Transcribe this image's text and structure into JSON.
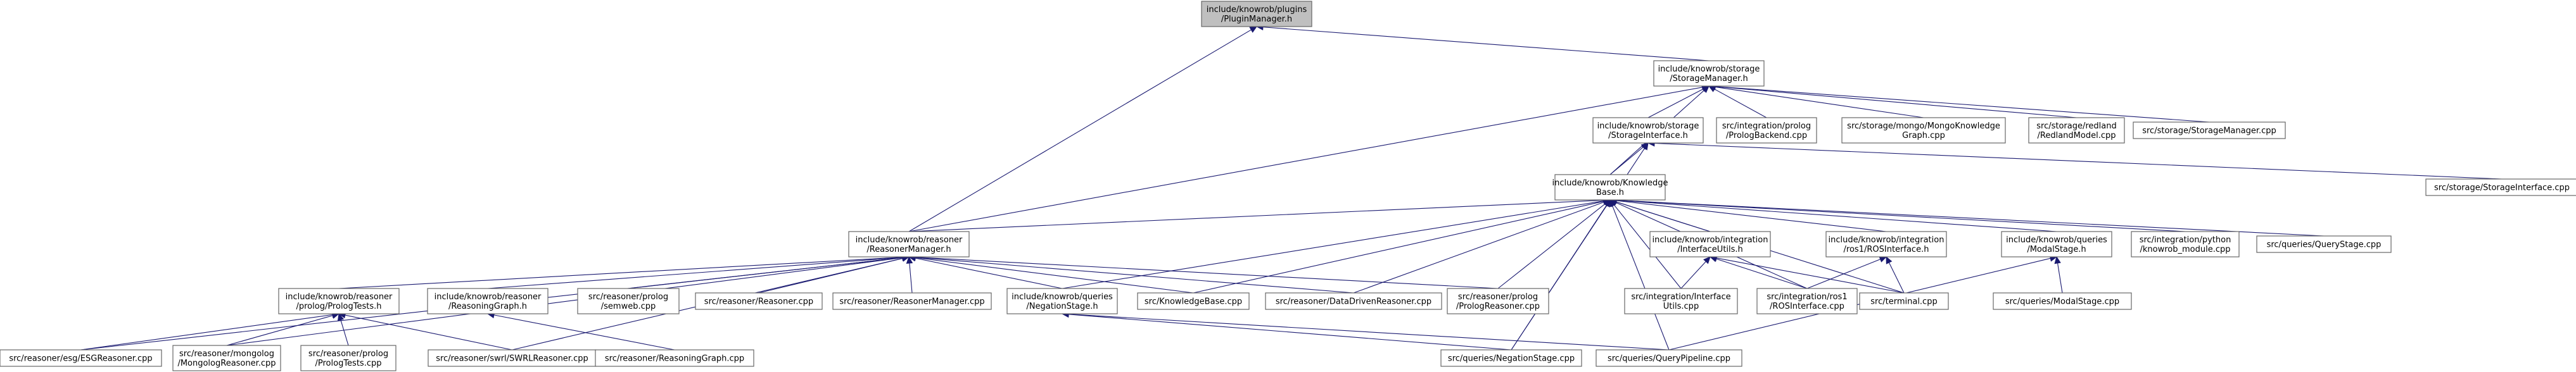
{
  "graph": {
    "nodes": [
      {
        "id": "plugin_manager_h",
        "lines": [
          "include/knowrob/plugins",
          "/PluginManager.h"
        ],
        "root": true
      },
      {
        "id": "storage_manager_h",
        "lines": [
          "include/knowrob/storage",
          "/StorageManager.h"
        ]
      },
      {
        "id": "storage_interface_h",
        "lines": [
          "include/knowrob/storage",
          "/StorageInterface.h"
        ]
      },
      {
        "id": "prolog_backend_cpp",
        "lines": [
          "src/integration/prolog",
          "/PrologBackend.cpp"
        ]
      },
      {
        "id": "mongo_knowledge_graph_cpp",
        "lines": [
          "src/storage/mongo/MongoKnowledge",
          "Graph.cpp"
        ]
      },
      {
        "id": "redland_model_cpp",
        "lines": [
          "src/storage/redland",
          "/RedlandModel.cpp"
        ]
      },
      {
        "id": "storage_manager_cpp",
        "lines": [
          "src/storage/StorageManager.cpp"
        ]
      },
      {
        "id": "storage_interface_cpp",
        "lines": [
          "src/storage/StorageInterface.cpp"
        ]
      },
      {
        "id": "knowledge_base_h",
        "lines": [
          "include/knowrob/Knowledge",
          "Base.h"
        ]
      },
      {
        "id": "reasoner_manager_h",
        "lines": [
          "include/knowrob/reasoner",
          "/ReasonerManager.h"
        ]
      },
      {
        "id": "prolog_tests_h",
        "lines": [
          "include/knowrob/reasoner",
          "/prolog/PrologTests.h"
        ]
      },
      {
        "id": "reasoning_graph_h",
        "lines": [
          "include/knowrob/reasoner",
          "/ReasoningGraph.h"
        ]
      },
      {
        "id": "semweb_cpp",
        "lines": [
          "src/reasoner/prolog",
          "/semweb.cpp"
        ]
      },
      {
        "id": "reasoner_cpp",
        "lines": [
          "src/reasoner/Reasoner.cpp"
        ]
      },
      {
        "id": "reasoner_manager_cpp",
        "lines": [
          "src/reasoner/ReasonerManager.cpp"
        ]
      },
      {
        "id": "negation_stage_h",
        "lines": [
          "include/knowrob/queries",
          "/NegationStage.h"
        ]
      },
      {
        "id": "knowledge_base_cpp",
        "lines": [
          "src/KnowledgeBase.cpp"
        ]
      },
      {
        "id": "data_driven_reasoner_cpp",
        "lines": [
          "src/reasoner/DataDrivenReasoner.cpp"
        ]
      },
      {
        "id": "prolog_reasoner_cpp",
        "lines": [
          "src/reasoner/prolog",
          "/PrologReasoner.cpp"
        ]
      },
      {
        "id": "interface_utils_h",
        "lines": [
          "include/knowrob/integration",
          "/InterfaceUtils.h"
        ]
      },
      {
        "id": "ros_interface_h",
        "lines": [
          "include/knowrob/integration",
          "/ros1/ROSInterface.h"
        ]
      },
      {
        "id": "modal_stage_h",
        "lines": [
          "include/knowrob/queries",
          "/ModalStage.h"
        ]
      },
      {
        "id": "knowrob_module_cpp",
        "lines": [
          "src/integration/python",
          "/knowrob_module.cpp"
        ]
      },
      {
        "id": "query_stage_cpp",
        "lines": [
          "src/queries/QueryStage.cpp"
        ]
      },
      {
        "id": "interface_utils_cpp",
        "lines": [
          "src/integration/Interface",
          "Utils.cpp"
        ]
      },
      {
        "id": "ros_interface_cpp",
        "lines": [
          "src/integration/ros1",
          "/ROSInterface.cpp"
        ]
      },
      {
        "id": "terminal_cpp",
        "lines": [
          "src/terminal.cpp"
        ]
      },
      {
        "id": "modal_stage_cpp",
        "lines": [
          "src/queries/ModalStage.cpp"
        ]
      },
      {
        "id": "esg_reasoner_cpp",
        "lines": [
          "src/reasoner/esg/ESGReasoner.cpp"
        ]
      },
      {
        "id": "mongolog_reasoner_cpp",
        "lines": [
          "src/reasoner/mongolog",
          "/MongologReasoner.cpp"
        ]
      },
      {
        "id": "prolog_tests_cpp",
        "lines": [
          "src/reasoner/prolog",
          "/PrologTests.cpp"
        ]
      },
      {
        "id": "swrl_reasoner_cpp",
        "lines": [
          "src/reasoner/swrl/SWRLReasoner.cpp"
        ]
      },
      {
        "id": "reasoning_graph_cpp",
        "lines": [
          "src/reasoner/ReasoningGraph.cpp"
        ]
      },
      {
        "id": "negation_stage_cpp",
        "lines": [
          "src/queries/NegationStage.cpp"
        ]
      },
      {
        "id": "query_pipeline_cpp",
        "lines": [
          "src/queries/QueryPipeline.cpp"
        ]
      }
    ],
    "edges": [
      [
        "storage_manager_h",
        "plugin_manager_h"
      ],
      [
        "reasoner_manager_h",
        "plugin_manager_h"
      ],
      [
        "storage_interface_h",
        "storage_manager_h"
      ],
      [
        "prolog_backend_cpp",
        "storage_manager_h"
      ],
      [
        "mongo_knowledge_graph_cpp",
        "storage_manager_h"
      ],
      [
        "redland_model_cpp",
        "storage_manager_h"
      ],
      [
        "storage_manager_cpp",
        "storage_manager_h"
      ],
      [
        "knowledge_base_h",
        "storage_manager_h"
      ],
      [
        "reasoner_manager_h",
        "storage_manager_h"
      ],
      [
        "storage_interface_cpp",
        "storage_interface_h"
      ],
      [
        "knowledge_base_h",
        "storage_interface_h"
      ],
      [
        "negation_stage_cpp",
        "storage_interface_h"
      ],
      [
        "reasoner_manager_h",
        "knowledge_base_h"
      ],
      [
        "negation_stage_h",
        "knowledge_base_h"
      ],
      [
        "knowledge_base_cpp",
        "knowledge_base_h"
      ],
      [
        "data_driven_reasoner_cpp",
        "knowledge_base_h"
      ],
      [
        "prolog_reasoner_cpp",
        "knowledge_base_h"
      ],
      [
        "interface_utils_h",
        "knowledge_base_h"
      ],
      [
        "ros_interface_h",
        "knowledge_base_h"
      ],
      [
        "modal_stage_h",
        "knowledge_base_h"
      ],
      [
        "knowrob_module_cpp",
        "knowledge_base_h"
      ],
      [
        "query_stage_cpp",
        "knowledge_base_h"
      ],
      [
        "interface_utils_cpp",
        "knowledge_base_h"
      ],
      [
        "ros_interface_cpp",
        "knowledge_base_h"
      ],
      [
        "terminal_cpp",
        "knowledge_base_h"
      ],
      [
        "negation_stage_cpp",
        "knowledge_base_h"
      ],
      [
        "query_pipeline_cpp",
        "knowledge_base_h"
      ],
      [
        "prolog_tests_h",
        "reasoner_manager_h"
      ],
      [
        "reasoning_graph_h",
        "reasoner_manager_h"
      ],
      [
        "semweb_cpp",
        "reasoner_manager_h"
      ],
      [
        "reasoner_cpp",
        "reasoner_manager_h"
      ],
      [
        "reasoner_manager_cpp",
        "reasoner_manager_h"
      ],
      [
        "negation_stage_h",
        "reasoner_manager_h"
      ],
      [
        "knowledge_base_cpp",
        "reasoner_manager_h"
      ],
      [
        "data_driven_reasoner_cpp",
        "reasoner_manager_h"
      ],
      [
        "prolog_reasoner_cpp",
        "reasoner_manager_h"
      ],
      [
        "esg_reasoner_cpp",
        "reasoner_manager_h"
      ],
      [
        "mongolog_reasoner_cpp",
        "reasoner_manager_h"
      ],
      [
        "swrl_reasoner_cpp",
        "reasoner_manager_h"
      ],
      [
        "esg_reasoner_cpp",
        "prolog_tests_h"
      ],
      [
        "mongolog_reasoner_cpp",
        "prolog_tests_h"
      ],
      [
        "prolog_tests_cpp",
        "prolog_tests_h"
      ],
      [
        "swrl_reasoner_cpp",
        "prolog_tests_h"
      ],
      [
        "reasoning_graph_cpp",
        "reasoning_graph_h"
      ],
      [
        "negation_stage_cpp",
        "negation_stage_h"
      ],
      [
        "query_pipeline_cpp",
        "negation_stage_h"
      ],
      [
        "interface_utils_cpp",
        "interface_utils_h"
      ],
      [
        "ros_interface_cpp",
        "interface_utils_h"
      ],
      [
        "terminal_cpp",
        "interface_utils_h"
      ],
      [
        "ros_interface_cpp",
        "ros_interface_h"
      ],
      [
        "terminal_cpp",
        "ros_interface_h"
      ],
      [
        "modal_stage_cpp",
        "modal_stage_h"
      ],
      [
        "query_pipeline_cpp",
        "modal_stage_h"
      ]
    ]
  }
}
